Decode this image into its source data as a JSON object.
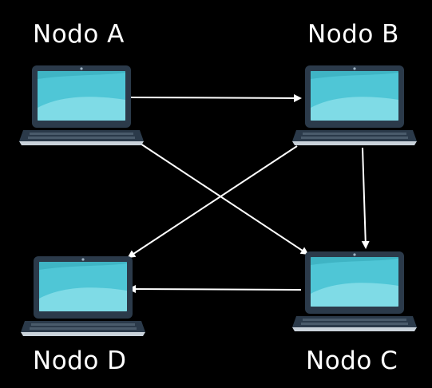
{
  "nodes": {
    "a": {
      "label": "Nodo A"
    },
    "b": {
      "label": "Nodo B"
    },
    "c": {
      "label": "Nodo C"
    },
    "d": {
      "label": "Nodo D"
    }
  },
  "edges": [
    {
      "from": "Nodo A",
      "to": "Nodo B"
    },
    {
      "from": "Nodo A",
      "to": "Nodo C"
    },
    {
      "from": "Nodo B",
      "to": "Nodo C"
    },
    {
      "from": "Nodo B",
      "to": "Nodo D"
    },
    {
      "from": "Nodo C",
      "to": "Nodo D"
    }
  ],
  "colors": {
    "background": "#000000",
    "text": "#ffffff",
    "arrow": "#ffffff",
    "screen": "#4fc6d6",
    "screen_highlight": "#7fdbe6",
    "bezel": "#2b3a4a",
    "base": "#c9d2da",
    "keyboard": "#22303d"
  },
  "icons": {
    "node": "laptop-icon",
    "edge": "arrow"
  }
}
